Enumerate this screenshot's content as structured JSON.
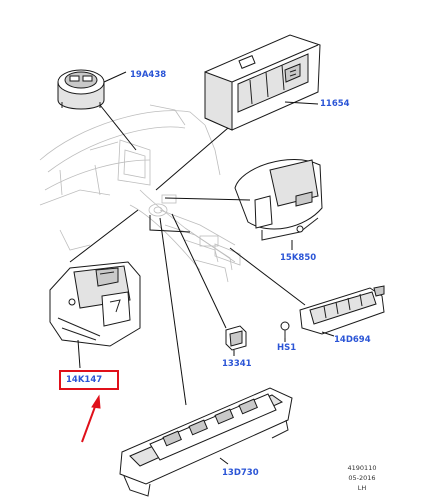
{
  "parts": {
    "p19a438": "19A438",
    "p11654": "11654",
    "p15k850": "15K850",
    "p14k147": "14K147",
    "p13341": "13341",
    "phs1": "HS1",
    "p14d694": "14D694",
    "p13d730": "13D730"
  },
  "footer": {
    "line1": "4190110",
    "line2": "05-2016",
    "line3": "LH"
  },
  "colors": {
    "label": "#2b55d6",
    "highlight": "#e0101a",
    "line": "#222222"
  }
}
